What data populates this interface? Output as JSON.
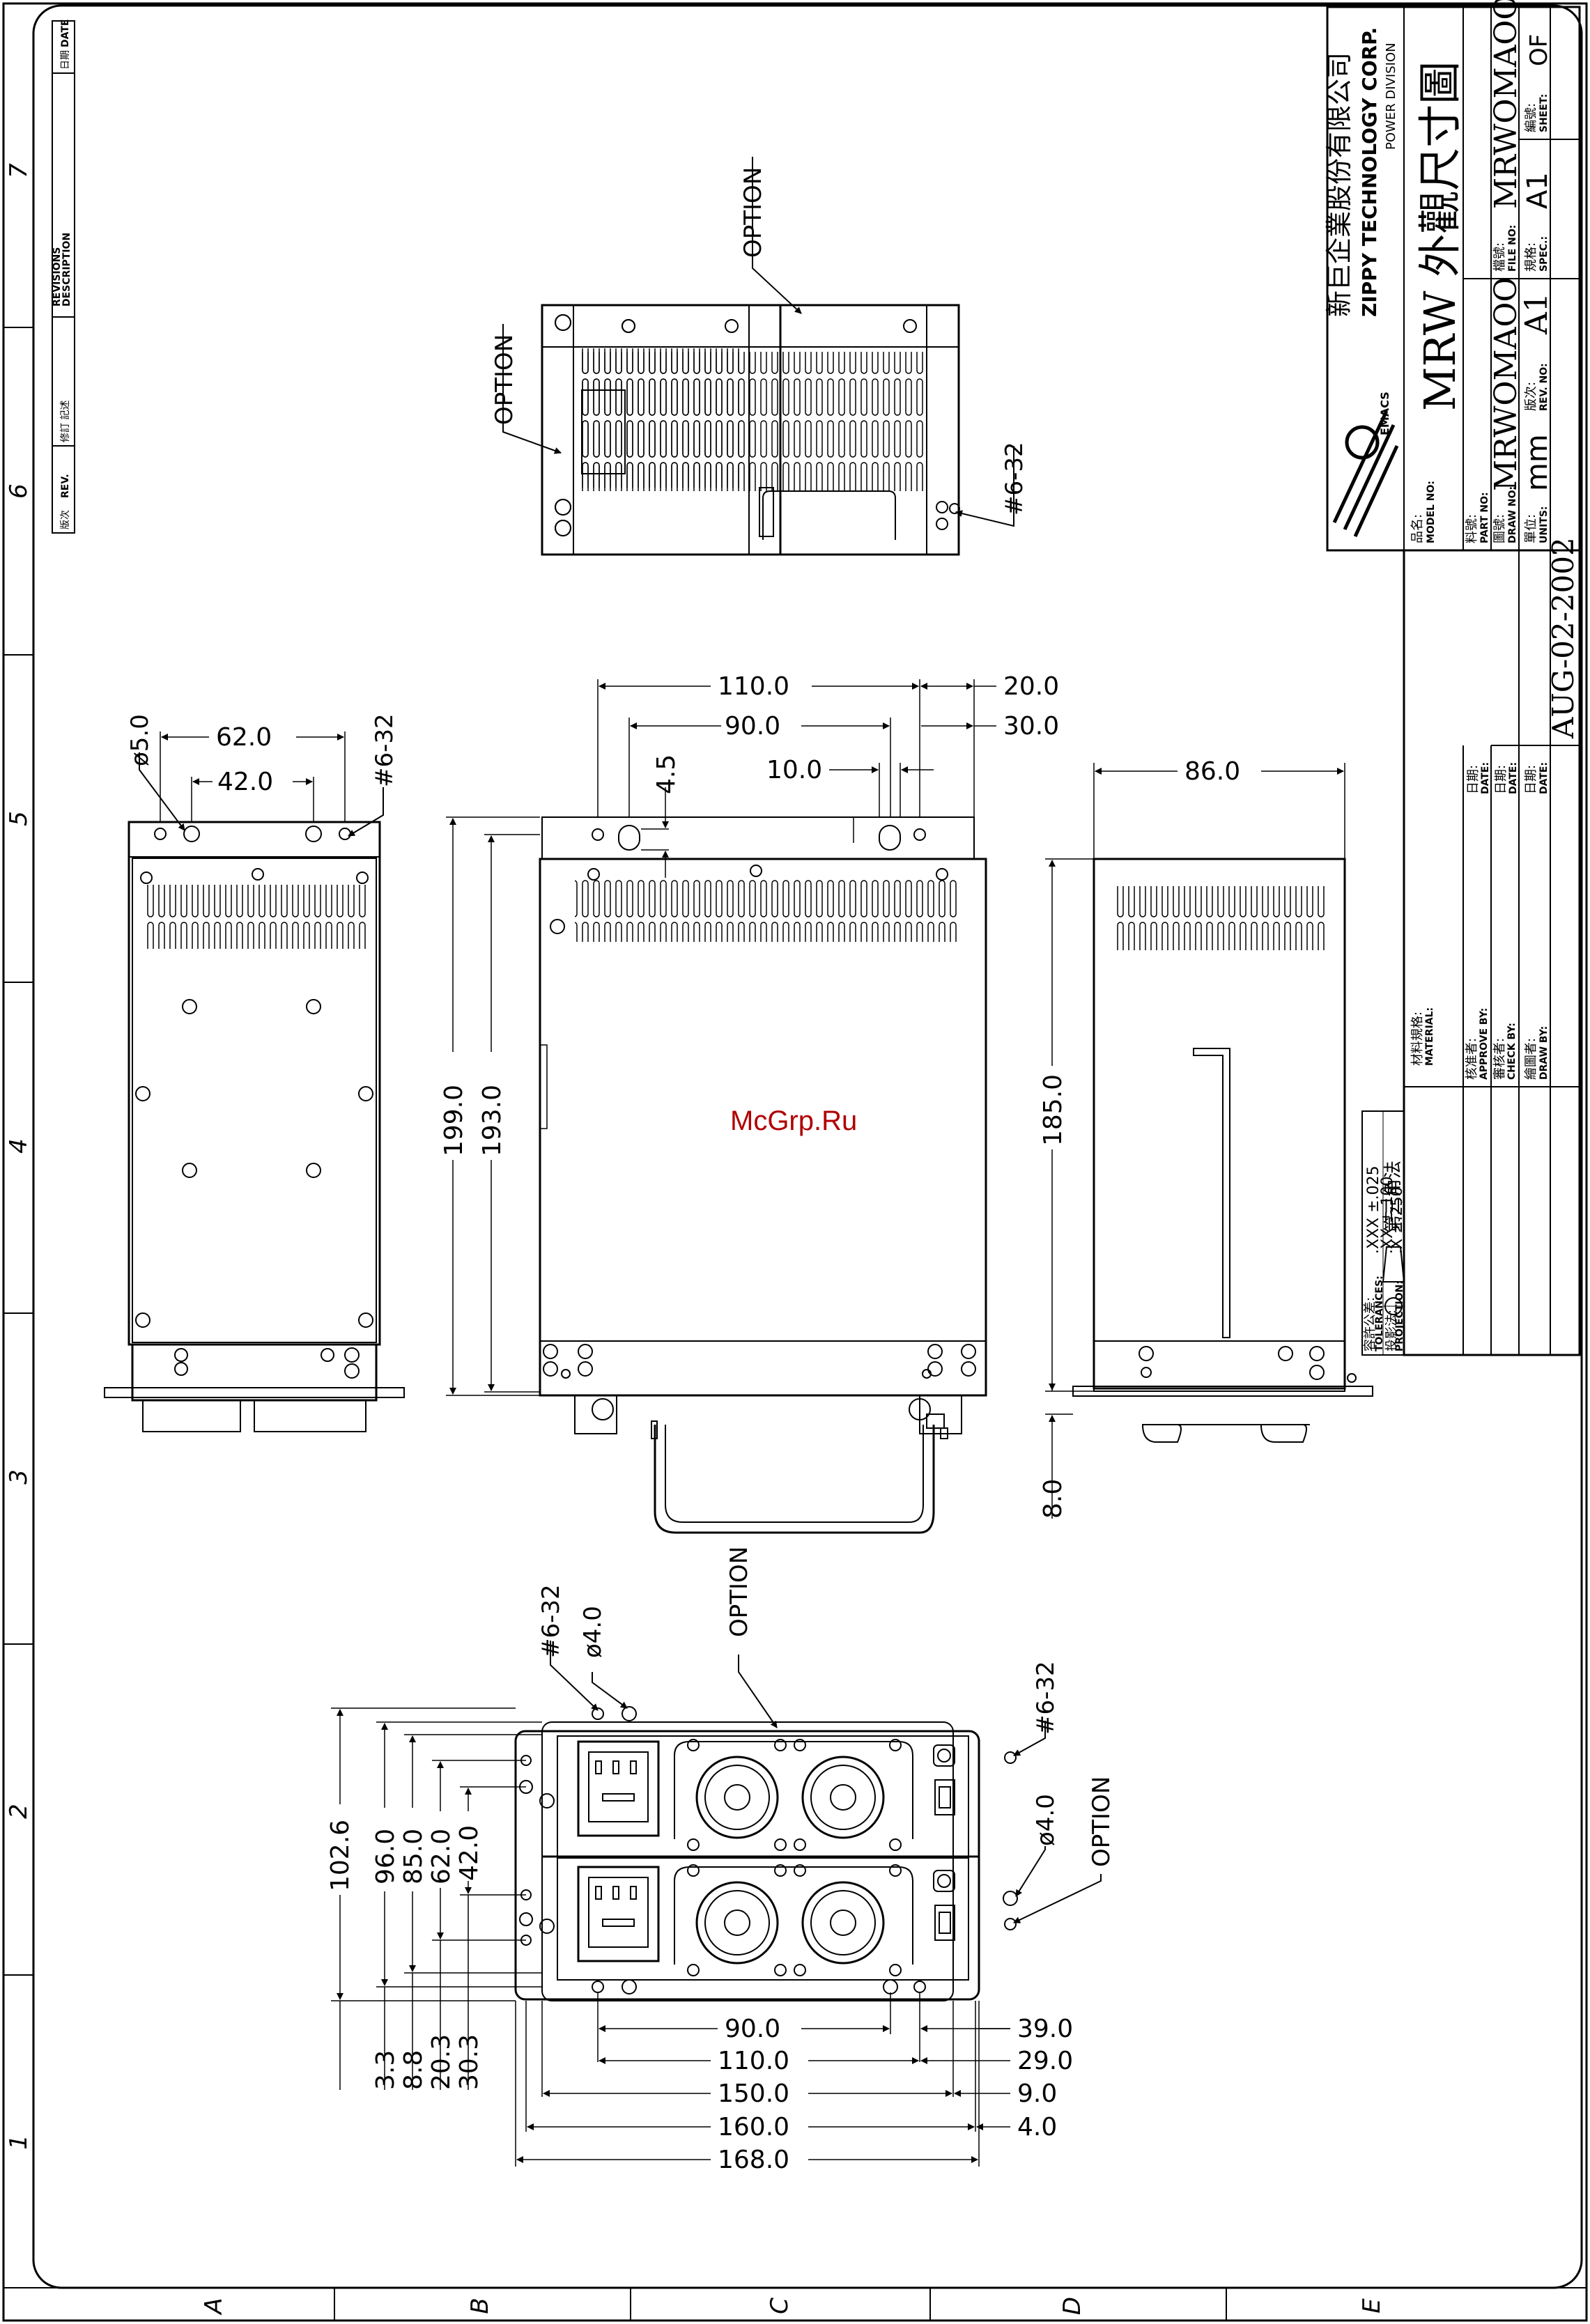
{
  "watermark": "McGrp.Ru",
  "border": {
    "zones_left": [
      "7",
      "6",
      "5",
      "4",
      "3",
      "2",
      "1"
    ],
    "zones_bottom": [
      "A",
      "B",
      "C",
      "D",
      "E"
    ]
  },
  "revisions": {
    "rev_cn": "版次",
    "rev_en": "REV.",
    "desc_cn": "修訂 記述",
    "desc_label": "REVISIONS",
    "desc_en": "DESCRIPTION",
    "date_cn": "日期",
    "date_en": "DATE"
  },
  "title_block": {
    "company_cn": "新巨企業股份有限公司",
    "company_en": "ZIPPY TECHNOLOGY CORP.",
    "division": "POWER DIVISION",
    "logo": "EMACS",
    "model_label_cn": "品名:",
    "model_label_en": "MODEL NO:",
    "model": "MRW 外觀尺寸圖",
    "part_label_cn": "料號:",
    "part_label_en": "PART NO:",
    "draw_label_cn": "圖號:",
    "draw_label_en": "DRAW NO:",
    "draw_no": "MRWOMAOO",
    "file_label_cn": "檔號:",
    "file_label_en": "FILE NO:",
    "file_no": "MRWOMAOO",
    "units_label_cn": "單位:",
    "units_label_en": "UNITS:",
    "units": "mm",
    "rev_label_cn": "版次:",
    "rev_label_en": "REV. NO:",
    "rev_no": "A1",
    "spec_label_cn": "規格:",
    "spec_label_en": "SPEC.:",
    "spec": "A1",
    "sheet_label_cn": "編號:",
    "sheet_label_en": "SHEET:",
    "sheet": "OF",
    "date_label_cn": "日期:",
    "date_label_en": "DATE:",
    "date": "AUG-02-2002",
    "material_cn": "材料規格:",
    "material_en": "MATERIAL:",
    "approve_cn": "核准者:",
    "approve_en": "APPROVE BY:",
    "check_cn": "審核者:",
    "check_en": "CHECK BY:",
    "drawby_cn": "繪圖者:",
    "drawby_en": "DRAW BY:",
    "tol_cn": "容許公差:",
    "tol_en": "TOLERANCES:",
    "tol_rows": [
      ".XXX  ±.025",
      ".XX  ±.100",
      ".X  ±.250"
    ],
    "proj_cn": "投影法:",
    "proj_en": "PROJECTION:",
    "proj_text": "第三角法"
  },
  "callouts": {
    "option": "OPTION",
    "screw": "#6-32",
    "hole5": "ø5.0",
    "hole4": "ø4.0"
  },
  "dims": {
    "d62": "62.0",
    "d42": "42.0",
    "d110": "110.0",
    "d90": "90.0",
    "d45": "4.5",
    "d10": "10.0",
    "d20": "20.0",
    "d30": "30.0",
    "d86": "86.0",
    "d199": "199.0",
    "d193": "193.0",
    "d185": "185.0",
    "d8": "8.0",
    "rear_v": [
      "102.6",
      "96.0",
      "85.0",
      "62.0",
      "42.0"
    ],
    "rear_vb": [
      "3.3",
      "8.8",
      "20.3",
      "30.3"
    ],
    "rear_h": [
      "90.0",
      "110.0",
      "150.0",
      "160.0",
      "168.0"
    ],
    "rear_hr": [
      "39.0",
      "29.0",
      "9.0",
      "4.0"
    ]
  }
}
